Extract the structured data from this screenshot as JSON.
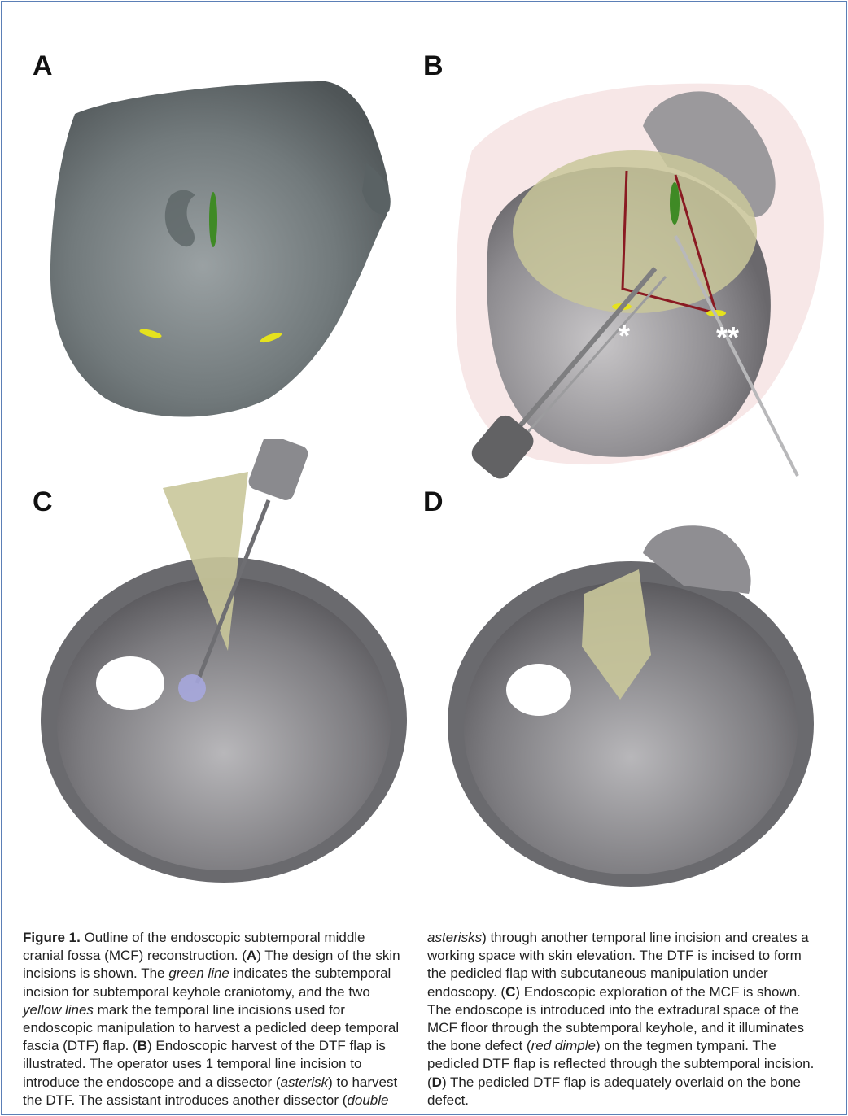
{
  "figure": {
    "panels": [
      {
        "letter": "A"
      },
      {
        "letter": "B",
        "markers": [
          "*",
          "**"
        ]
      },
      {
        "letter": "C"
      },
      {
        "letter": "D"
      }
    ],
    "caption": {
      "label": "Figure 1.",
      "col1": [
        {
          "t": " Outline of the endoscopic subtemporal middle cranial fossa (MCF) reconstruction. (",
          "s": "n"
        },
        {
          "t": "A",
          "s": "b"
        },
        {
          "t": ") The design of the skin incisions is shown. The ",
          "s": "n"
        },
        {
          "t": "green line",
          "s": "i"
        },
        {
          "t": " indicates the subtemporal incision for subtemporal keyhole craniotomy, and the two ",
          "s": "n"
        },
        {
          "t": "yellow lines",
          "s": "i"
        },
        {
          "t": " mark the temporal line incisions used for endoscopic manipulation to harvest a pedicled deep temporal fascia (DTF) flap. (",
          "s": "n"
        },
        {
          "t": "B",
          "s": "b"
        },
        {
          "t": ") Endoscopic harvest of the DTF flap is illustrated. The operator uses 1 temporal line incision to introduce the endoscope and a dissector (",
          "s": "n"
        },
        {
          "t": "asterisk",
          "s": "i"
        },
        {
          "t": ") to harvest the DTF. The assistant introduces another dissector (",
          "s": "n"
        },
        {
          "t": "double",
          "s": "i"
        }
      ],
      "col2": [
        {
          "t": "asterisks",
          "s": "i"
        },
        {
          "t": ") through another temporal line incision and creates a working space with skin elevation. The DTF is incised to form the pedicled flap with subcutaneous manipulation under endoscopy. (",
          "s": "n"
        },
        {
          "t": "C",
          "s": "b"
        },
        {
          "t": ") Endoscopic exploration of the MCF is shown. The endoscope is introduced into the extradural space of the MCF floor through the subtemporal keyhole, and it illuminates the bone defect (",
          "s": "n"
        },
        {
          "t": "red dimple",
          "s": "i"
        },
        {
          "t": ") on the tegmen tympani. The pedicled DTF flap is reflected through the subtemporal incision. (",
          "s": "n"
        },
        {
          "t": "D",
          "s": "b"
        },
        {
          "t": ") The pedicled DTF flap is adequately overlaid on the bone defect.",
          "s": "n"
        }
      ]
    },
    "colors": {
      "skin": "#6e7779",
      "bone": "#8e8e90",
      "flap": "#c9c79a",
      "green_incision": "#3f8a25",
      "yellow_incision": "#e5e21e",
      "red_outline": "#8a1a22",
      "border": "#5b7fb6"
    }
  }
}
